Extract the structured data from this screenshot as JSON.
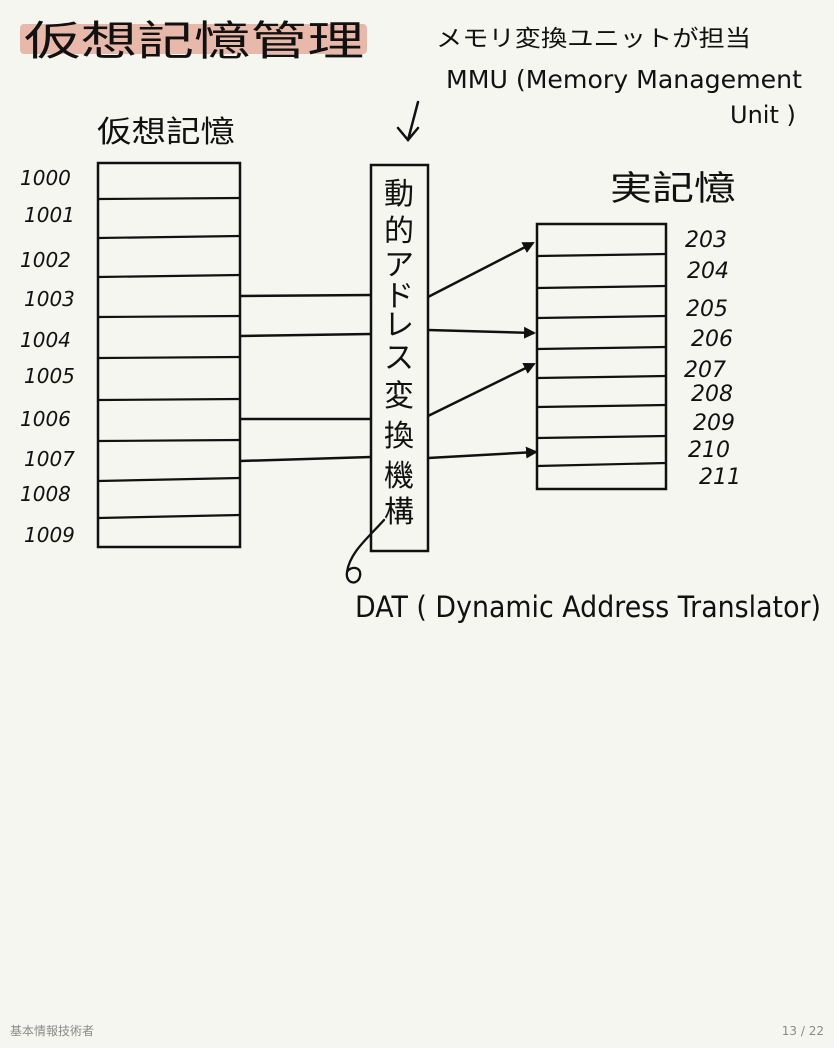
{
  "title": "仮想記憶管理",
  "mmu_note_line1": "メモリ変換ユニットが担当",
  "mmu_note_line2": "MMU (Memory Management",
  "mmu_note_line3": "Unit )",
  "virtual_label": "仮想記憶",
  "virtual_addresses": [
    "1000",
    "1001",
    "1002",
    "1003",
    "1004",
    "1005",
    "1006",
    "1007",
    "1008",
    "1009"
  ],
  "dat_chars": [
    "動",
    "的",
    "ア",
    "ド",
    "レ",
    "ス",
    "変",
    "換",
    "機",
    "構"
  ],
  "real_label": "実記憶",
  "real_addresses": [
    "203",
    "204",
    "205",
    "206",
    "207",
    "208",
    "209",
    "210",
    "211"
  ],
  "dat_caption": "DAT ( Dynamic  Address Translator)",
  "footer": {
    "doc_title": "基本情報技術者",
    "page": "13 / 22"
  },
  "colors": {
    "highlight": "#e8b9ab",
    "ink": "#111111",
    "background": "#f5f6f0"
  }
}
